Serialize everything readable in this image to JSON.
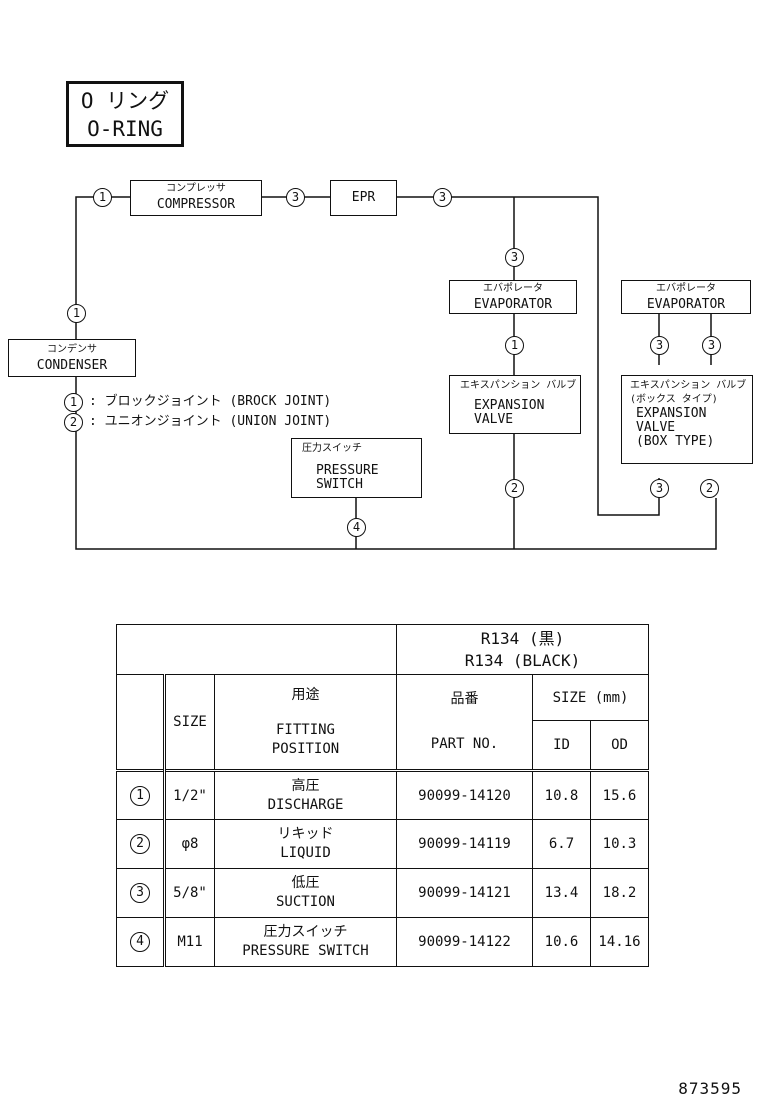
{
  "title": {
    "jp": "O リング",
    "en": "O-RING"
  },
  "components": {
    "compressor": {
      "jp": "コンプレッサ",
      "en": "COMPRESSOR"
    },
    "epr": {
      "en": "EPR"
    },
    "condenser": {
      "jp": "コンデンサ",
      "en": "CONDENSER"
    },
    "evaporator_1": {
      "jp": "エバポレータ",
      "en": "EVAPORATOR"
    },
    "evaporator_2": {
      "jp": "エバポレータ",
      "en": "EVAPORATOR"
    },
    "expansion_valve": {
      "jp": "エキスパンション バルブ",
      "en1": "EXPANSION",
      "en2": "VALVE"
    },
    "expansion_valve_box": {
      "jp1": "エキスパンション バルブ",
      "jp2": "(ボックス タイプ)",
      "en1": "EXPANSION",
      "en2": "VALVE",
      "en3": "(BOX TYPE)"
    },
    "pressure_switch": {
      "jp": "圧力スイッチ",
      "en1": "PRESSURE",
      "en2": "SWITCH"
    }
  },
  "badges": {
    "b1": "1",
    "b2": "2",
    "b3": "3",
    "b4": "4"
  },
  "legend": {
    "item1": ": ブロックジョイント (BROCK JOINT)",
    "item2": ": ユニオンジョイント (UNION JOINT)"
  },
  "table": {
    "refrigerant_jp": "R134 (黒)",
    "refrigerant_en": "R134 (BLACK)",
    "size_header": "SIZE",
    "fitting_jp": "用途",
    "fitting_en1": "FITTING",
    "fitting_en2": "POSITION",
    "part_jp": "品番",
    "part_en": "PART NO.",
    "size_mm": "SIZE (mm)",
    "id": "ID",
    "od": "OD",
    "rows": [
      {
        "mark": "1",
        "size": "1/2\"",
        "jp": "高圧",
        "en": "DISCHARGE",
        "part": "90099-14120",
        "id": "10.8",
        "od": "15.6"
      },
      {
        "mark": "2",
        "size": "φ8",
        "jp": "リキッド",
        "en": "LIQUID",
        "part": "90099-14119",
        "id": "6.7",
        "od": "10.3"
      },
      {
        "mark": "3",
        "size": "5/8\"",
        "jp": "低圧",
        "en": "SUCTION",
        "part": "90099-14121",
        "id": "13.4",
        "od": "18.2"
      },
      {
        "mark": "4",
        "size": "M11",
        "jp": "圧力スイッチ",
        "en": "PRESSURE SWITCH",
        "part": "90099-14122",
        "id": "10.6",
        "od": "14.16"
      }
    ]
  },
  "figure_number": "873595"
}
